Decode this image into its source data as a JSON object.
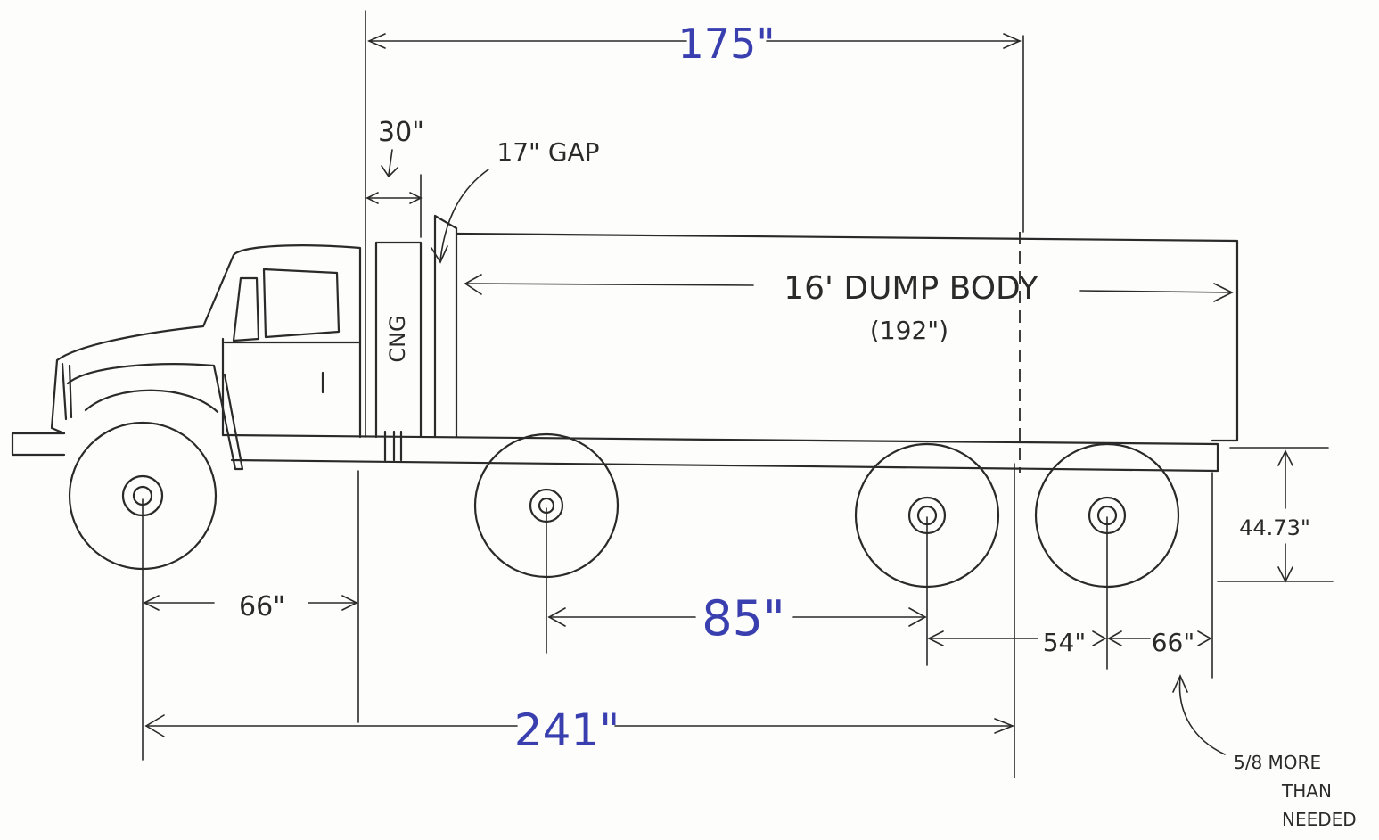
{
  "colors": {
    "ink": "#2a2a2a",
    "blue_ink": "#3a3fb0",
    "paper": "#fdfdfb"
  },
  "labels": {
    "overall_top": "175\"",
    "cng_width": "30\"",
    "gap": "17\" GAP",
    "cng": "CNG",
    "dump_body": "16' DUMP BODY",
    "dump_body_inches": "(192\")",
    "rear_height": "44.73\"",
    "front_axle_to_cab": "66\"",
    "axle_spacing": "85\"",
    "tandem_spacing": "54\"",
    "rear_overhang": "66\"",
    "wheelbase": "241\"",
    "note_line1": "5/8 MORE",
    "note_line2": "THAN",
    "note_line3": "NEEDED"
  }
}
